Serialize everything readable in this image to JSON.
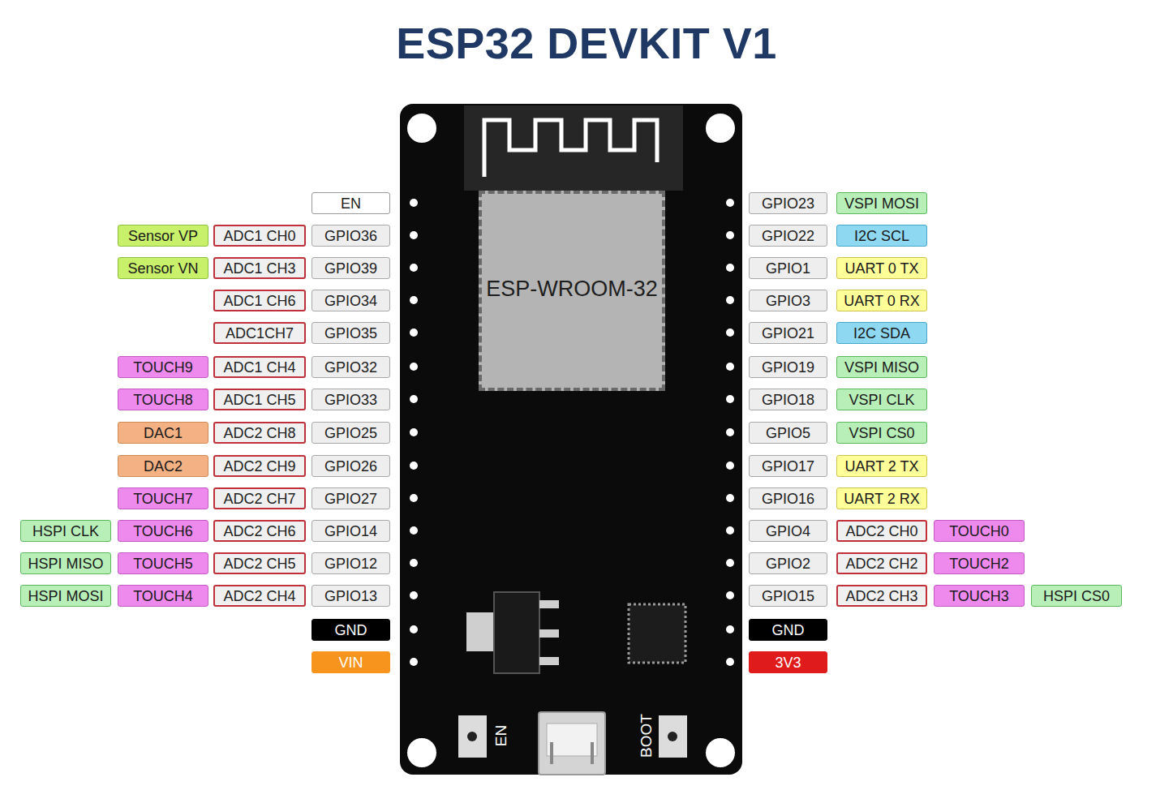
{
  "diagram": {
    "title": "ESP32 DEVKIT V1",
    "nodes": [
      {
        "text": [
          "EN"
        ]
      },
      {
        "text": [
          "GPIO23"
        ]
      },
      {
        "text": [
          "VSPI MOSI"
        ]
      },
      {
        "text": [
          "ESP-WROOM-32"
        ]
      },
      {
        "text": [
          "Sensor VP"
        ]
      },
      {
        "text": [
          "ADC1 CH0"
        ]
      },
      {
        "text": [
          "GPIO36"
        ]
      },
      {
        "text": [
          "GPIO22"
        ]
      },
      {
        "text": [
          "I2C SCL"
        ]
      },
      {
        "text": [
          "Sensor VN"
        ]
      },
      {
        "text": [
          "ADC1 CH3"
        ]
      },
      {
        "text": [
          "GPIO39"
        ]
      },
      {
        "text": [
          "GPIO1"
        ]
      },
      {
        "text": [
          "UART 0 TX"
        ]
      },
      {
        "text": [
          "ADC1 CH6"
        ]
      },
      {
        "text": [
          "GPIO34"
        ]
      },
      {
        "text": [
          "GPIO3"
        ]
      },
      {
        "text": [
          "UART 0 RX"
        ]
      },
      {
        "text": [
          "ADC1CH7"
        ]
      },
      {
        "text": [
          "GPIO35"
        ]
      },
      {
        "text": [
          "GPIO21"
        ]
      },
      {
        "text": [
          "I2C SDA"
        ]
      },
      {
        "text": [
          "TOUCH9"
        ]
      },
      {
        "text": [
          "ADC1 CH4"
        ]
      },
      {
        "text": [
          "GPIO32"
        ]
      },
      {
        "text": [
          "GPIO19"
        ]
      },
      {
        "text": [
          "VSPI MISO"
        ]
      },
      {
        "text": [
          "TOUCH8"
        ]
      },
      {
        "text": [
          "ADC1 CH5"
        ]
      },
      {
        "text": [
          "GPIO33"
        ]
      },
      {
        "text": [
          "GPIO18"
        ]
      },
      {
        "text": [
          "VSPI CLK"
        ]
      },
      {
        "text": [
          "DAC1"
        ]
      },
      {
        "text": [
          "ADC2 CH8"
        ]
      },
      {
        "text": [
          "GPIO25"
        ]
      },
      {
        "text": [
          "GPIO5"
        ]
      },
      {
        "text": [
          "VSPI CS0"
        ]
      },
      {
        "text": [
          "DAC2"
        ]
      },
      {
        "text": [
          "ADC2 CH9"
        ]
      },
      {
        "text": [
          "GPIO26"
        ]
      },
      {
        "text": [
          "GPIO17"
        ]
      },
      {
        "text": [
          "UART 2 TX"
        ]
      },
      {
        "text": [
          "TOUCH7"
        ]
      },
      {
        "text": [
          "ADC2 CH7"
        ]
      },
      {
        "text": [
          "GPIO27"
        ]
      },
      {
        "text": [
          "GPIO16"
        ]
      },
      {
        "text": [
          "UART 2 RX"
        ]
      },
      {
        "text": [
          "HSPI CLK"
        ]
      },
      {
        "text": [
          "TOUCH6"
        ]
      },
      {
        "text": [
          "ADC2 CH6"
        ]
      },
      {
        "text": [
          "GPIO14"
        ]
      },
      {
        "text": [
          "GPIO4"
        ]
      },
      {
        "text": [
          "ADC2 CH0"
        ]
      },
      {
        "text": [
          "TOUCH0"
        ]
      },
      {
        "text": [
          "HSPI MISO"
        ]
      },
      {
        "text": [
          "TOUCH5"
        ]
      },
      {
        "text": [
          "ADC2 CH5"
        ]
      },
      {
        "text": [
          "GPIO12"
        ]
      },
      {
        "text": [
          "GPIO2"
        ]
      },
      {
        "text": [
          "ADC2 CH2"
        ]
      },
      {
        "text": [
          "TOUCH2"
        ]
      },
      {
        "text": [
          "HSPI MOSI"
        ]
      },
      {
        "text": [
          "TOUCH4"
        ]
      },
      {
        "text": [
          "ADC2 CH4"
        ]
      },
      {
        "text": [
          "GPIO13"
        ]
      },
      {
        "text": [
          "GPIO15"
        ]
      },
      {
        "text": [
          "ADC2 CH3"
        ]
      },
      {
        "text": [
          "TOUCH3"
        ]
      },
      {
        "text": [
          "HSPI CS0"
        ]
      },
      {
        "text": [
          "GND"
        ]
      },
      {
        "text": [
          "GND"
        ]
      },
      {
        "text": [
          "VIN"
        ]
      },
      {
        "text": [
          "3V3"
        ]
      }
    ],
    "labels": [
      "EN",
      "BOOT"
    ]
  }
}
